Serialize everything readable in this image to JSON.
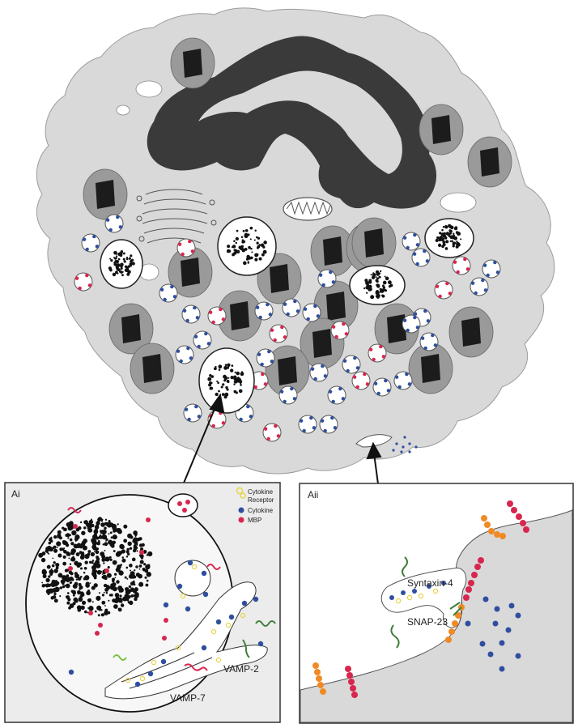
{
  "panels": {
    "ai": {
      "label": "Ai"
    },
    "aii": {
      "label": "Aii"
    }
  },
  "legend": {
    "items": [
      {
        "label": "Cytokine Receptor",
        "line1": "Cytokine",
        "line2": "Receptor",
        "symbol": "yellow-ring",
        "color": "#e8d44a"
      },
      {
        "label": "Cytokine",
        "symbol": "dot",
        "color": "#2f4f9e"
      },
      {
        "label": "MBP",
        "symbol": "dot",
        "color": "#d8264e"
      }
    ]
  },
  "labels": {
    "vamp2": "VAMP-2",
    "vamp7": "VAMP-7",
    "syntaxin4": "Syntaxin-4",
    "snap23": "SNAP-23"
  },
  "colors": {
    "cytoplasm": "#d9d9d9",
    "nucleus": "#3a3a3a",
    "granule_ring": "#9a9a9a",
    "granule_core": "#1c1c1c",
    "cytokine_blue": "#2f4f9e",
    "mbp_red": "#d8264e",
    "snare_orange": "#f08a24",
    "vamp_green": "#3f7f3a",
    "vamp_red": "#d8264e",
    "panel_bg": "#ececec"
  }
}
